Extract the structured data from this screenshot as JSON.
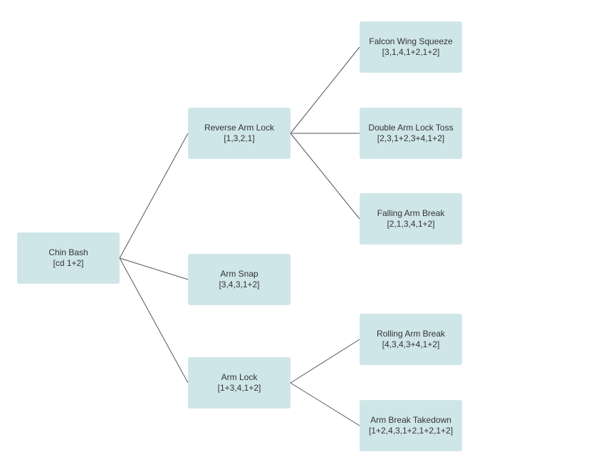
{
  "tree": {
    "root": {
      "name": "Chin Bash",
      "input": "[cd 1+2]"
    },
    "level1": [
      {
        "name": "Reverse Arm Lock",
        "input": "[1,3,2,1]"
      },
      {
        "name": "Arm Snap",
        "input": "[3,4,3,1+2]"
      },
      {
        "name": "Arm Lock",
        "input": "[1+3,4,1+2]"
      }
    ],
    "level2_reverse_arm_lock": [
      {
        "name": "Falcon Wing Squeeze",
        "input": "[3,1,4,1+2,1+2]"
      },
      {
        "name": "Double Arm Lock Toss",
        "input": "[2,3,1+2,3+4,1+2]"
      },
      {
        "name": "Falling Arm Break",
        "input": "[2,1,3,4,1+2]"
      }
    ],
    "level2_arm_lock": [
      {
        "name": "Rolling Arm Break",
        "input": "[4,3,4,3+4,1+2]"
      },
      {
        "name": "Arm Break Takedown",
        "input": "[1+2,4,3,1+2,1+2,1+2]"
      }
    ]
  },
  "colors": {
    "node_fill": "#cfe6e8",
    "node_text": "#333333",
    "edge": "#555555",
    "background": "#ffffff"
  }
}
